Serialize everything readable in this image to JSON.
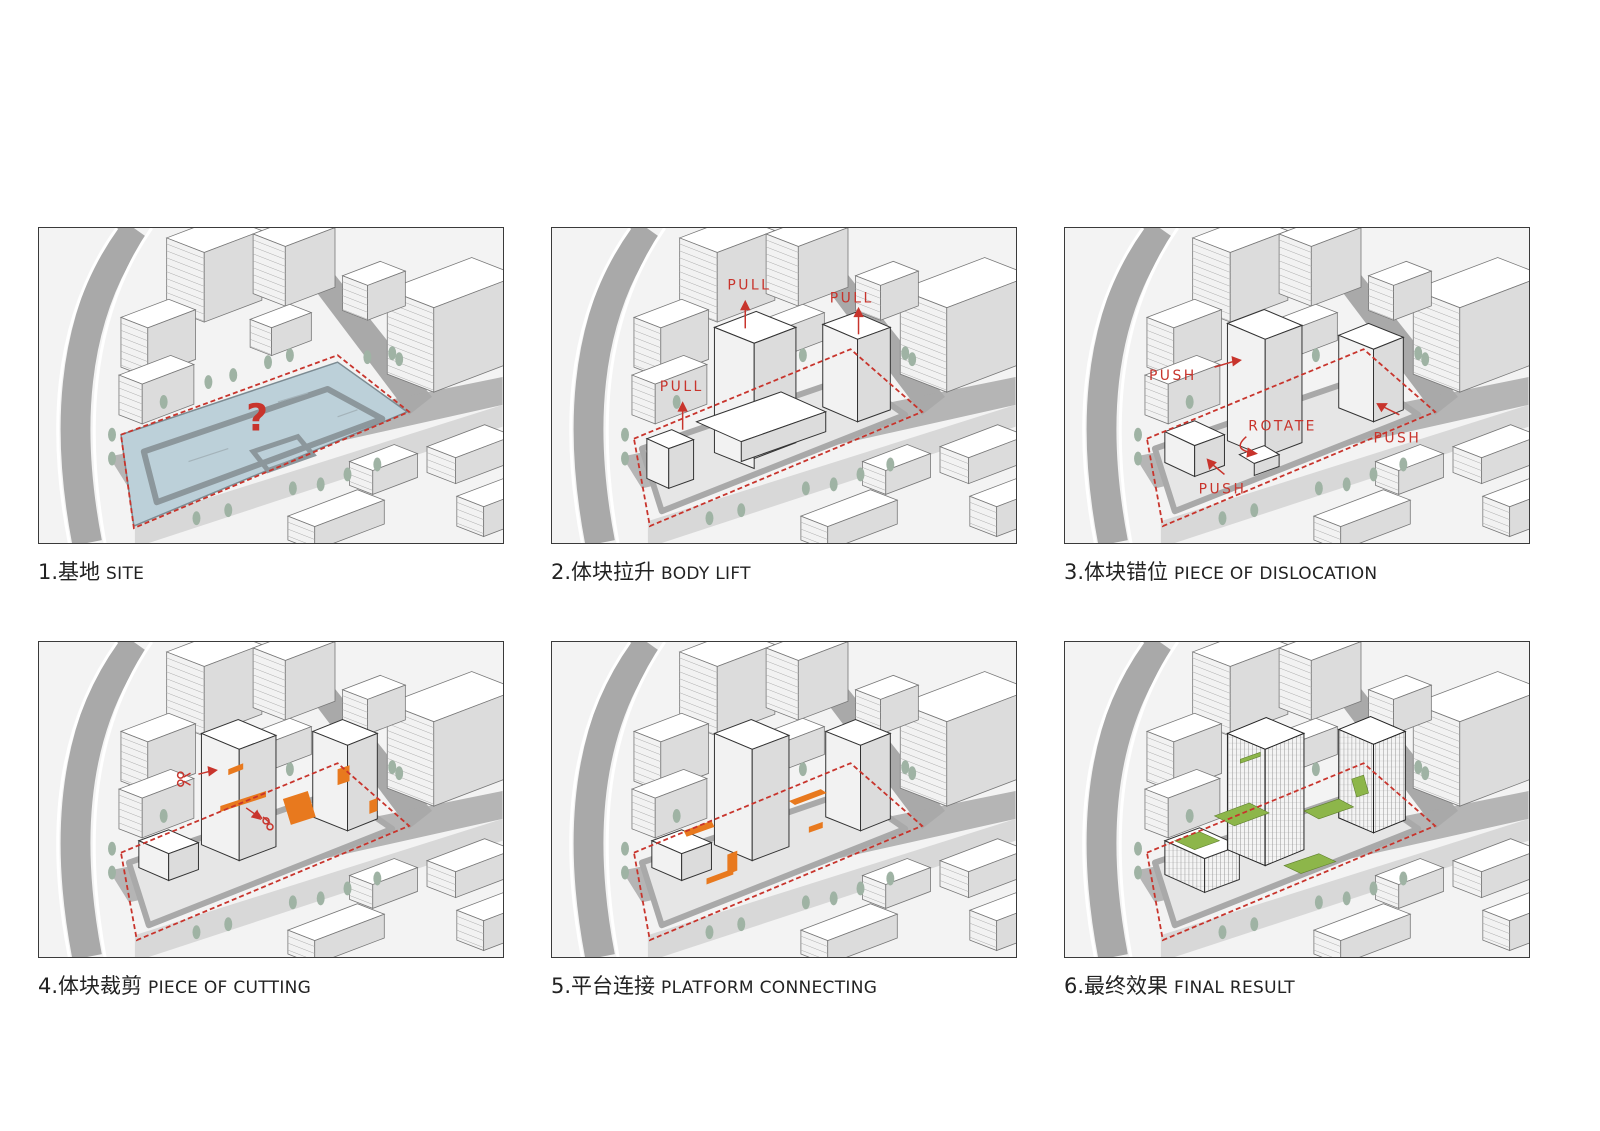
{
  "panels": [
    {
      "number": "1.",
      "title_cn": "基地",
      "title_en": "SITE",
      "site_mark": "?"
    },
    {
      "number": "2.",
      "title_cn": "体块拉升",
      "title_en": "BODY LIFT",
      "labels": [
        "PULL",
        "PULL",
        "PULL"
      ]
    },
    {
      "number": "3.",
      "title_cn": "体块错位",
      "title_en": "PIECE OF DISLOCATION",
      "labels": [
        "PUSH",
        "ROTATE",
        "PUSH",
        "PUSH"
      ]
    },
    {
      "number": "4.",
      "title_cn": "体块裁剪",
      "title_en": "PIECE OF CUTTING"
    },
    {
      "number": "5.",
      "title_cn": "平台连接",
      "title_en": "PLATFORM CONNECTING"
    },
    {
      "number": "6.",
      "title_cn": "最终效果",
      "title_en": "FINAL RESULT"
    }
  ],
  "colors": {
    "road": "#a9a9a9",
    "ground": "#f3f3f3",
    "building_top": "#ffffff",
    "building_left": "#f2f2f2",
    "building_right": "#dcdcdc",
    "tree": "#9fb3a4",
    "site_fill": "#bcd0d9",
    "boundary": "#c8342c",
    "accent_orange": "#e8791e",
    "accent_green": "#8db64a",
    "label_red": "#c8342c"
  }
}
